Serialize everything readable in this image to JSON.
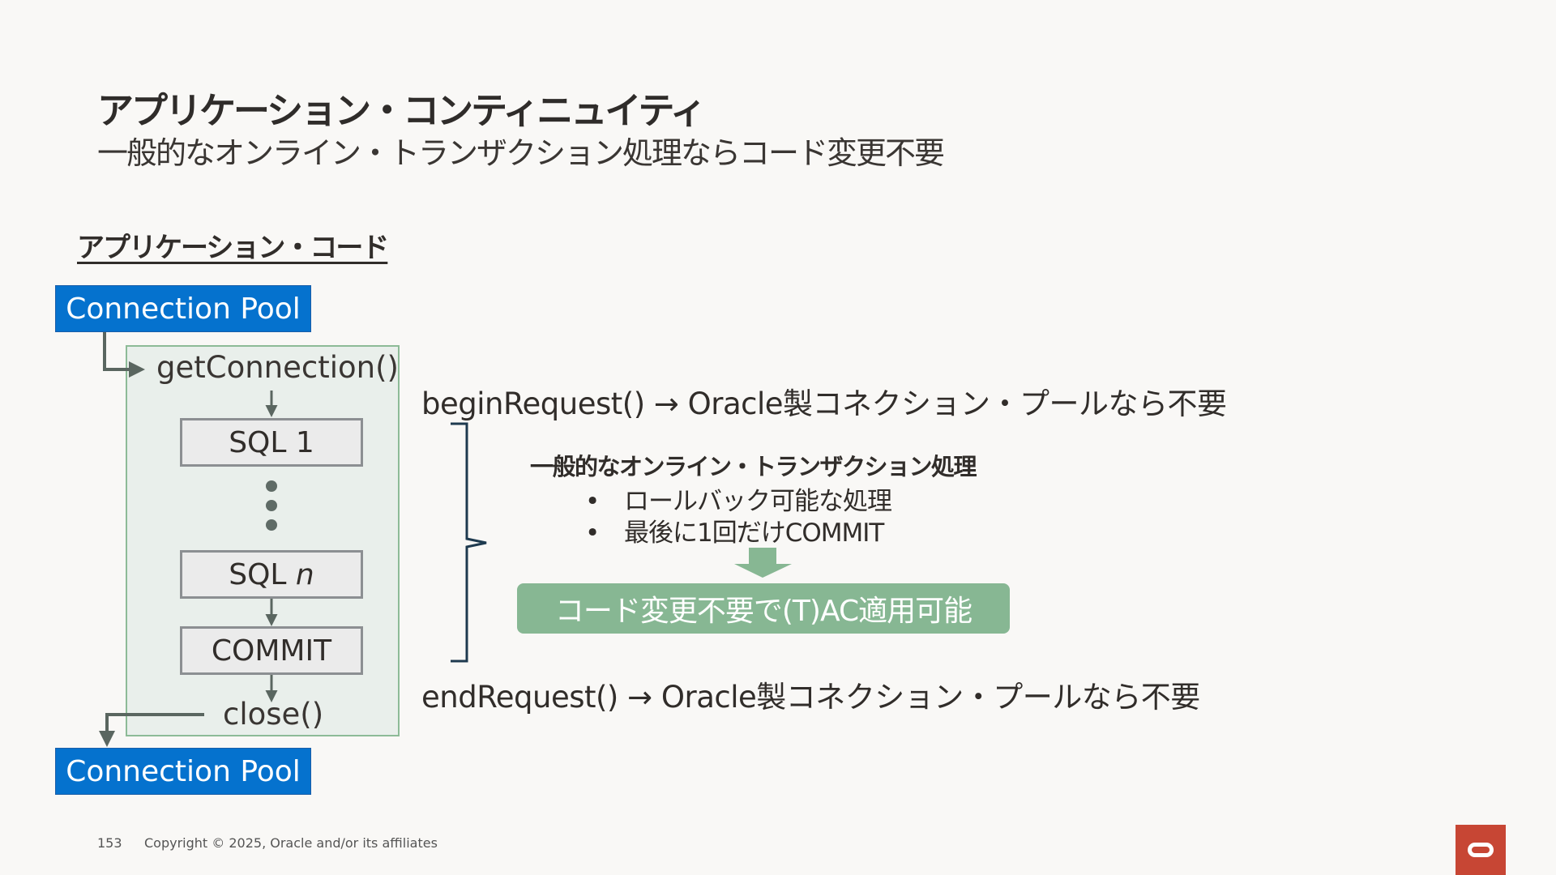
{
  "slide": {
    "title": "アプリケーション・コンティニュイティ",
    "subtitle": "一般的なオンライン・トランザクション処理ならコード変更不要",
    "section_heading": "アプリケーション・コード"
  },
  "diagram": {
    "pool_top": "Connection Pool",
    "pool_bottom": "Connection Pool",
    "get_connection": "getConnection()",
    "sql_first": "SQL 1",
    "sql_n_prefix": "SQL ",
    "sql_n_var": "n",
    "commit": "COMMIT",
    "close": "close()",
    "begin_request": "beginRequest() → Oracle製コネクション・プールなら不要",
    "end_request": "endRequest() → Oracle製コネクション・プールなら不要",
    "oltp_heading": "一般的なオンライン・トランザクション処理",
    "bullets": [
      "ロールバック可能な処理",
      "最後に1回だけCOMMIT"
    ],
    "bullet_symbol": "•",
    "result": "コード変更不要で(T)AC適用可能"
  },
  "footer": {
    "page_number": "153",
    "copyright": "Copyright © 2025, Oracle and/or its affiliates"
  },
  "colors": {
    "pool_blue": "#0572ce",
    "app_box_fill": "#e9efeb",
    "app_box_border": "#8dbb97",
    "result_green": "#87b793",
    "brace_navy": "#1e3a4f",
    "oracle_red": "#c74634"
  },
  "icons": {
    "logo": "oracle-logo-icon",
    "arrow": "down-arrow-icon"
  }
}
